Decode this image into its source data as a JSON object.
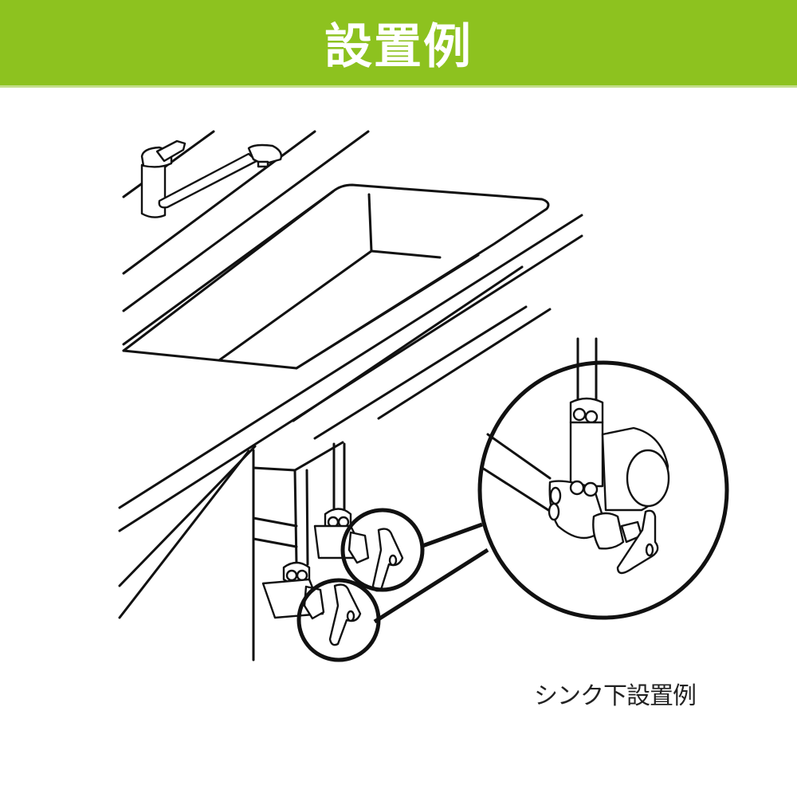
{
  "header": {
    "title": "設置例",
    "background_color": "#8dc21f",
    "text_color": "#ffffff"
  },
  "diagram": {
    "subject": "sink-under-cabinet stop valve installation",
    "elements": [
      "faucet",
      "sink basin",
      "countertop",
      "cabinet",
      "supply pipes",
      "stop valves (2)",
      "magnified valve callout"
    ],
    "callout_count": 2
  },
  "caption": {
    "text": "シンク下設置例"
  }
}
